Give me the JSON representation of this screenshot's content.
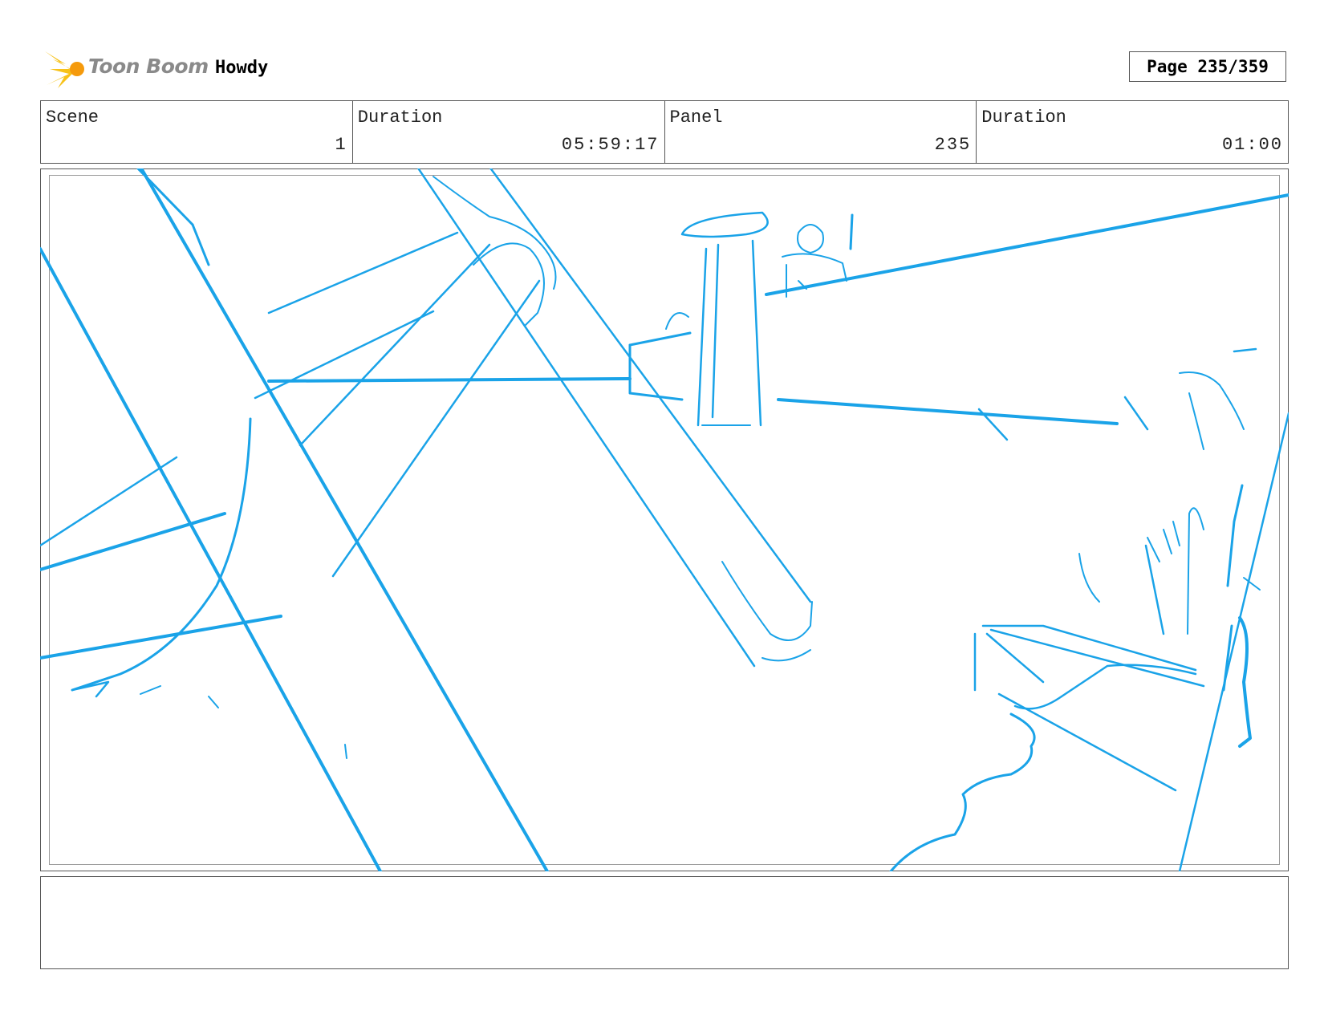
{
  "header": {
    "logo_text": "Toon Boom",
    "project_title": "Howdy",
    "page_label": "Page 235/359"
  },
  "info": {
    "scene_label": "Scene",
    "scene_value": "1",
    "scene_duration_label": "Duration",
    "scene_duration_value": "05:59:17",
    "panel_label": "Panel",
    "panel_value": "235",
    "panel_duration_label": "Duration",
    "panel_duration_value": "01:00"
  },
  "colors": {
    "sketch_stroke": "#1aa3e8",
    "logo_accent": "#f7c21a"
  },
  "notes": {
    "text": ""
  }
}
